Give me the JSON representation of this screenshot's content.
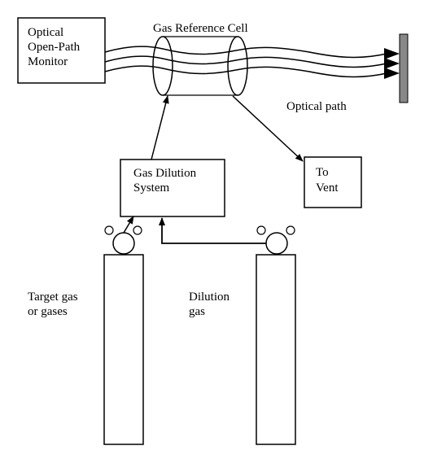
{
  "diagram": {
    "monitor_box": {
      "lines": [
        "Optical",
        "Open-Path",
        "Monitor"
      ]
    },
    "reference_cell": {
      "label": "Gas Reference Cell"
    },
    "optical_path": {
      "label": "Optical path"
    },
    "dilution_box": {
      "lines": [
        "Gas Dilution",
        "System"
      ]
    },
    "vent_box": {
      "lines": [
        "To",
        "Vent"
      ]
    },
    "target_cylinder": {
      "lines": [
        "Target gas",
        "or gases"
      ]
    },
    "dilution_cylinder": {
      "lines": [
        "Dilution",
        "gas"
      ]
    },
    "colors": {
      "stroke": "#000000",
      "retroreflector": "#888888"
    }
  }
}
